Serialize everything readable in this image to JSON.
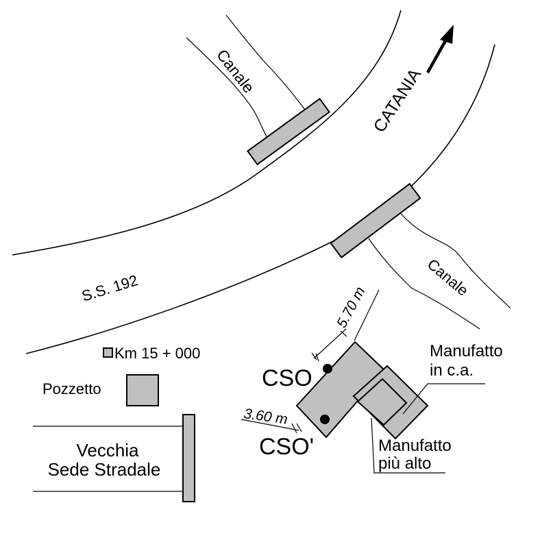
{
  "labels": {
    "canale_top": "Canale",
    "canale_right": "Canale",
    "catania": "CATANIA",
    "road": "S.S. 192",
    "km": "Km 15 + 000",
    "pozzetto": "Pozzetto",
    "vecchia_line1": "Vecchia",
    "vecchia_line2": "Sede Stradale",
    "dim_570": "5.70 m",
    "dim_360": "3.60 m",
    "cso_upper": "CSO",
    "cso_lower": "CSO'",
    "manufatto_line1": "Manufatto",
    "manufatto_line2": "in c.a.",
    "piu_alto_line1": "Manufatto",
    "piu_alto_line2": "più alto"
  },
  "colors": {
    "structure_fill": "#c0c0c0",
    "line": "#000000"
  }
}
